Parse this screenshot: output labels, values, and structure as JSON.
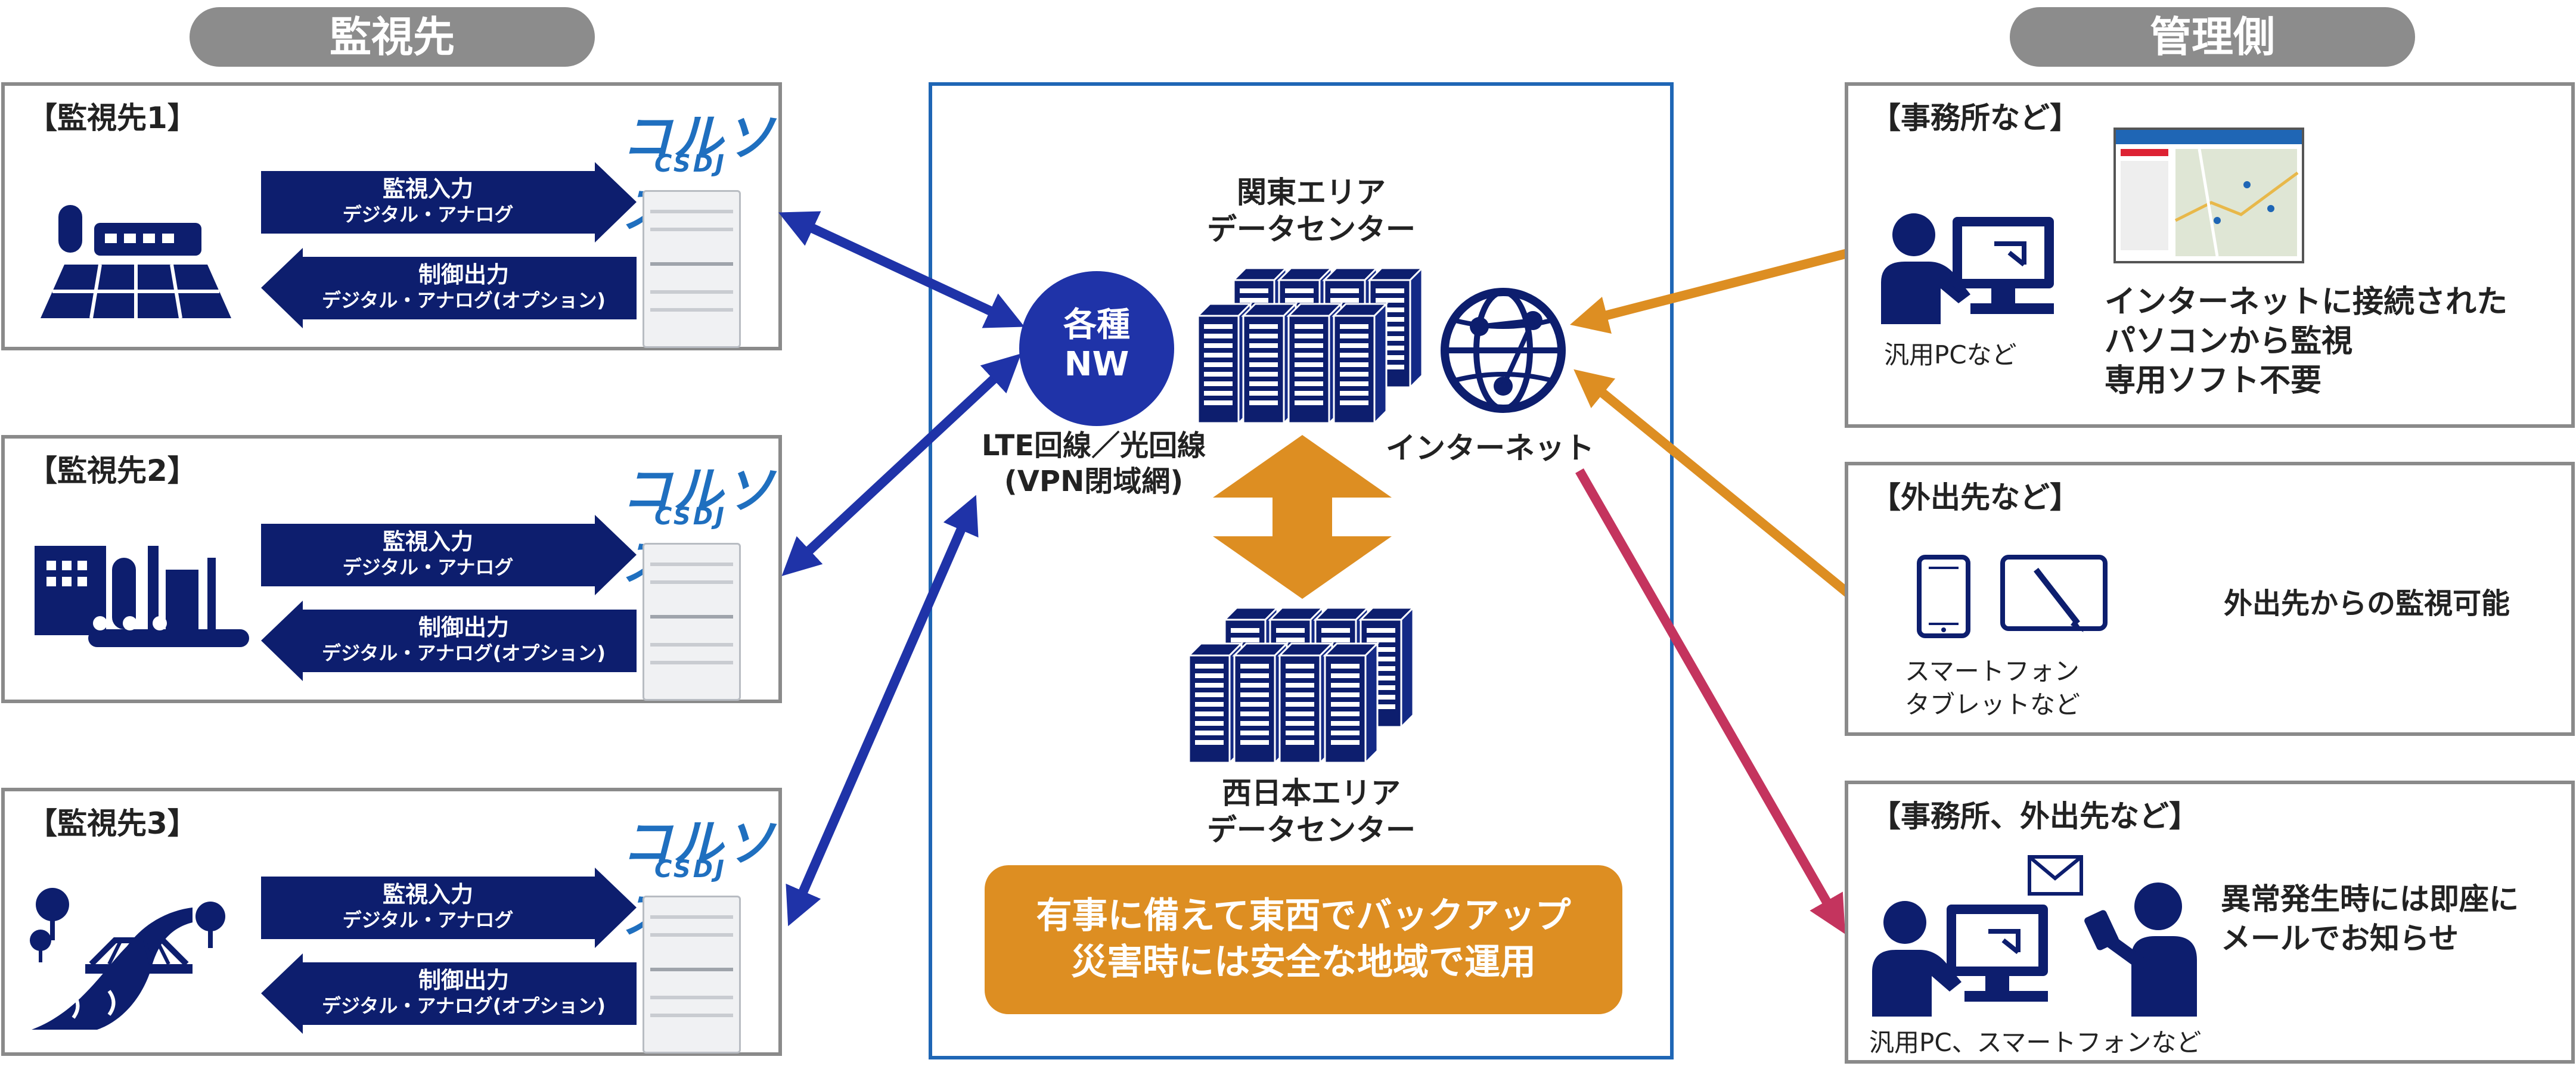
{
  "headers": {
    "left": "監視先",
    "right": "管理側"
  },
  "sites": [
    {
      "title": "【監視先1】",
      "logo_jp": "コルソス",
      "logo_en": "CSDJ",
      "input_main": "監視入力",
      "input_sub": "デジタル・アナログ",
      "output_main": "制御出力",
      "output_sub": "デジタル・アナログ(オプション)",
      "icon": "solar-farm-icon"
    },
    {
      "title": "【監視先2】",
      "logo_jp": "コルソス",
      "logo_en": "CSDJ",
      "input_main": "監視入力",
      "input_sub": "デジタル・アナログ",
      "output_main": "制御出力",
      "output_sub": "デジタル・アナログ(オプション)",
      "icon": "factory-icon"
    },
    {
      "title": "【監視先3】",
      "logo_jp": "コルソス",
      "logo_en": "CSDJ",
      "input_main": "監視入力",
      "input_sub": "デジタル・アナログ",
      "output_main": "制御出力",
      "output_sub": "デジタル・アナログ(オプション)",
      "icon": "river-bridge-icon"
    }
  ],
  "center": {
    "nw_circle_line1": "各種",
    "nw_circle_line2": "NW",
    "nw_label_line1": "LTE回線／光回線",
    "nw_label_line2": "(VPN閉域網)",
    "east_dc_line1": "関東エリア",
    "east_dc_line2": "データセンター",
    "west_dc_line1": "西日本エリア",
    "west_dc_line2": "データセンター",
    "internet_label": "インターネット",
    "callout_line1": "有事に備えて東西でバックアップ",
    "callout_line2": "災害時には安全な地域で運用"
  },
  "management": [
    {
      "title": "【事務所など】",
      "device_label": "汎用PCなど",
      "desc_line1": "インターネットに接続された",
      "desc_line2": "パソコンから監視",
      "desc_line3": "専用ソフト不要"
    },
    {
      "title": "【外出先など】",
      "device_label_line1": "スマートフォン",
      "device_label_line2": "タブレットなど",
      "desc_line1": "外出先からの監視可能"
    },
    {
      "title": "【事務所、外出先など】",
      "device_label": "汎用PC、スマートフォンなど",
      "desc_line1": "異常発生時には即座に",
      "desc_line2": "メールでお知らせ"
    }
  ],
  "colors": {
    "navy": "#0d1e6e",
    "blue_arrow": "#1f33a8",
    "orange": "#dd8e22",
    "crimson": "#c4345e",
    "frame_blue": "#1f66b5",
    "logo_blue": "#1f6fbf",
    "pill_gray": "#8c8c8c"
  }
}
